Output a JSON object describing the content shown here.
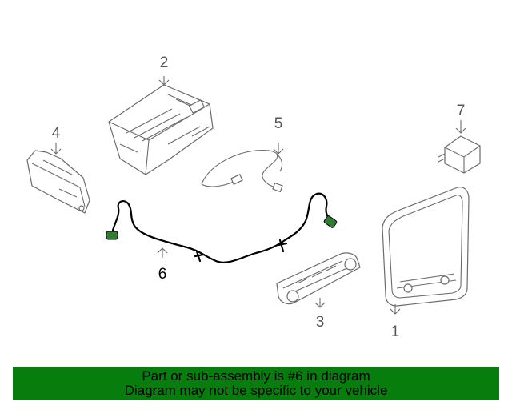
{
  "callouts": {
    "c1": "1",
    "c2": "2",
    "c3": "3",
    "c4": "4",
    "c5": "5",
    "c6": "6",
    "c7": "7"
  },
  "banner": {
    "line1": "Part or sub-assembly is #6 in diagram",
    "line2": "Diagram may not be specific to your vehicle"
  },
  "colors": {
    "highlight_part": "#2e7d32",
    "banner_background": "#067d0c"
  }
}
